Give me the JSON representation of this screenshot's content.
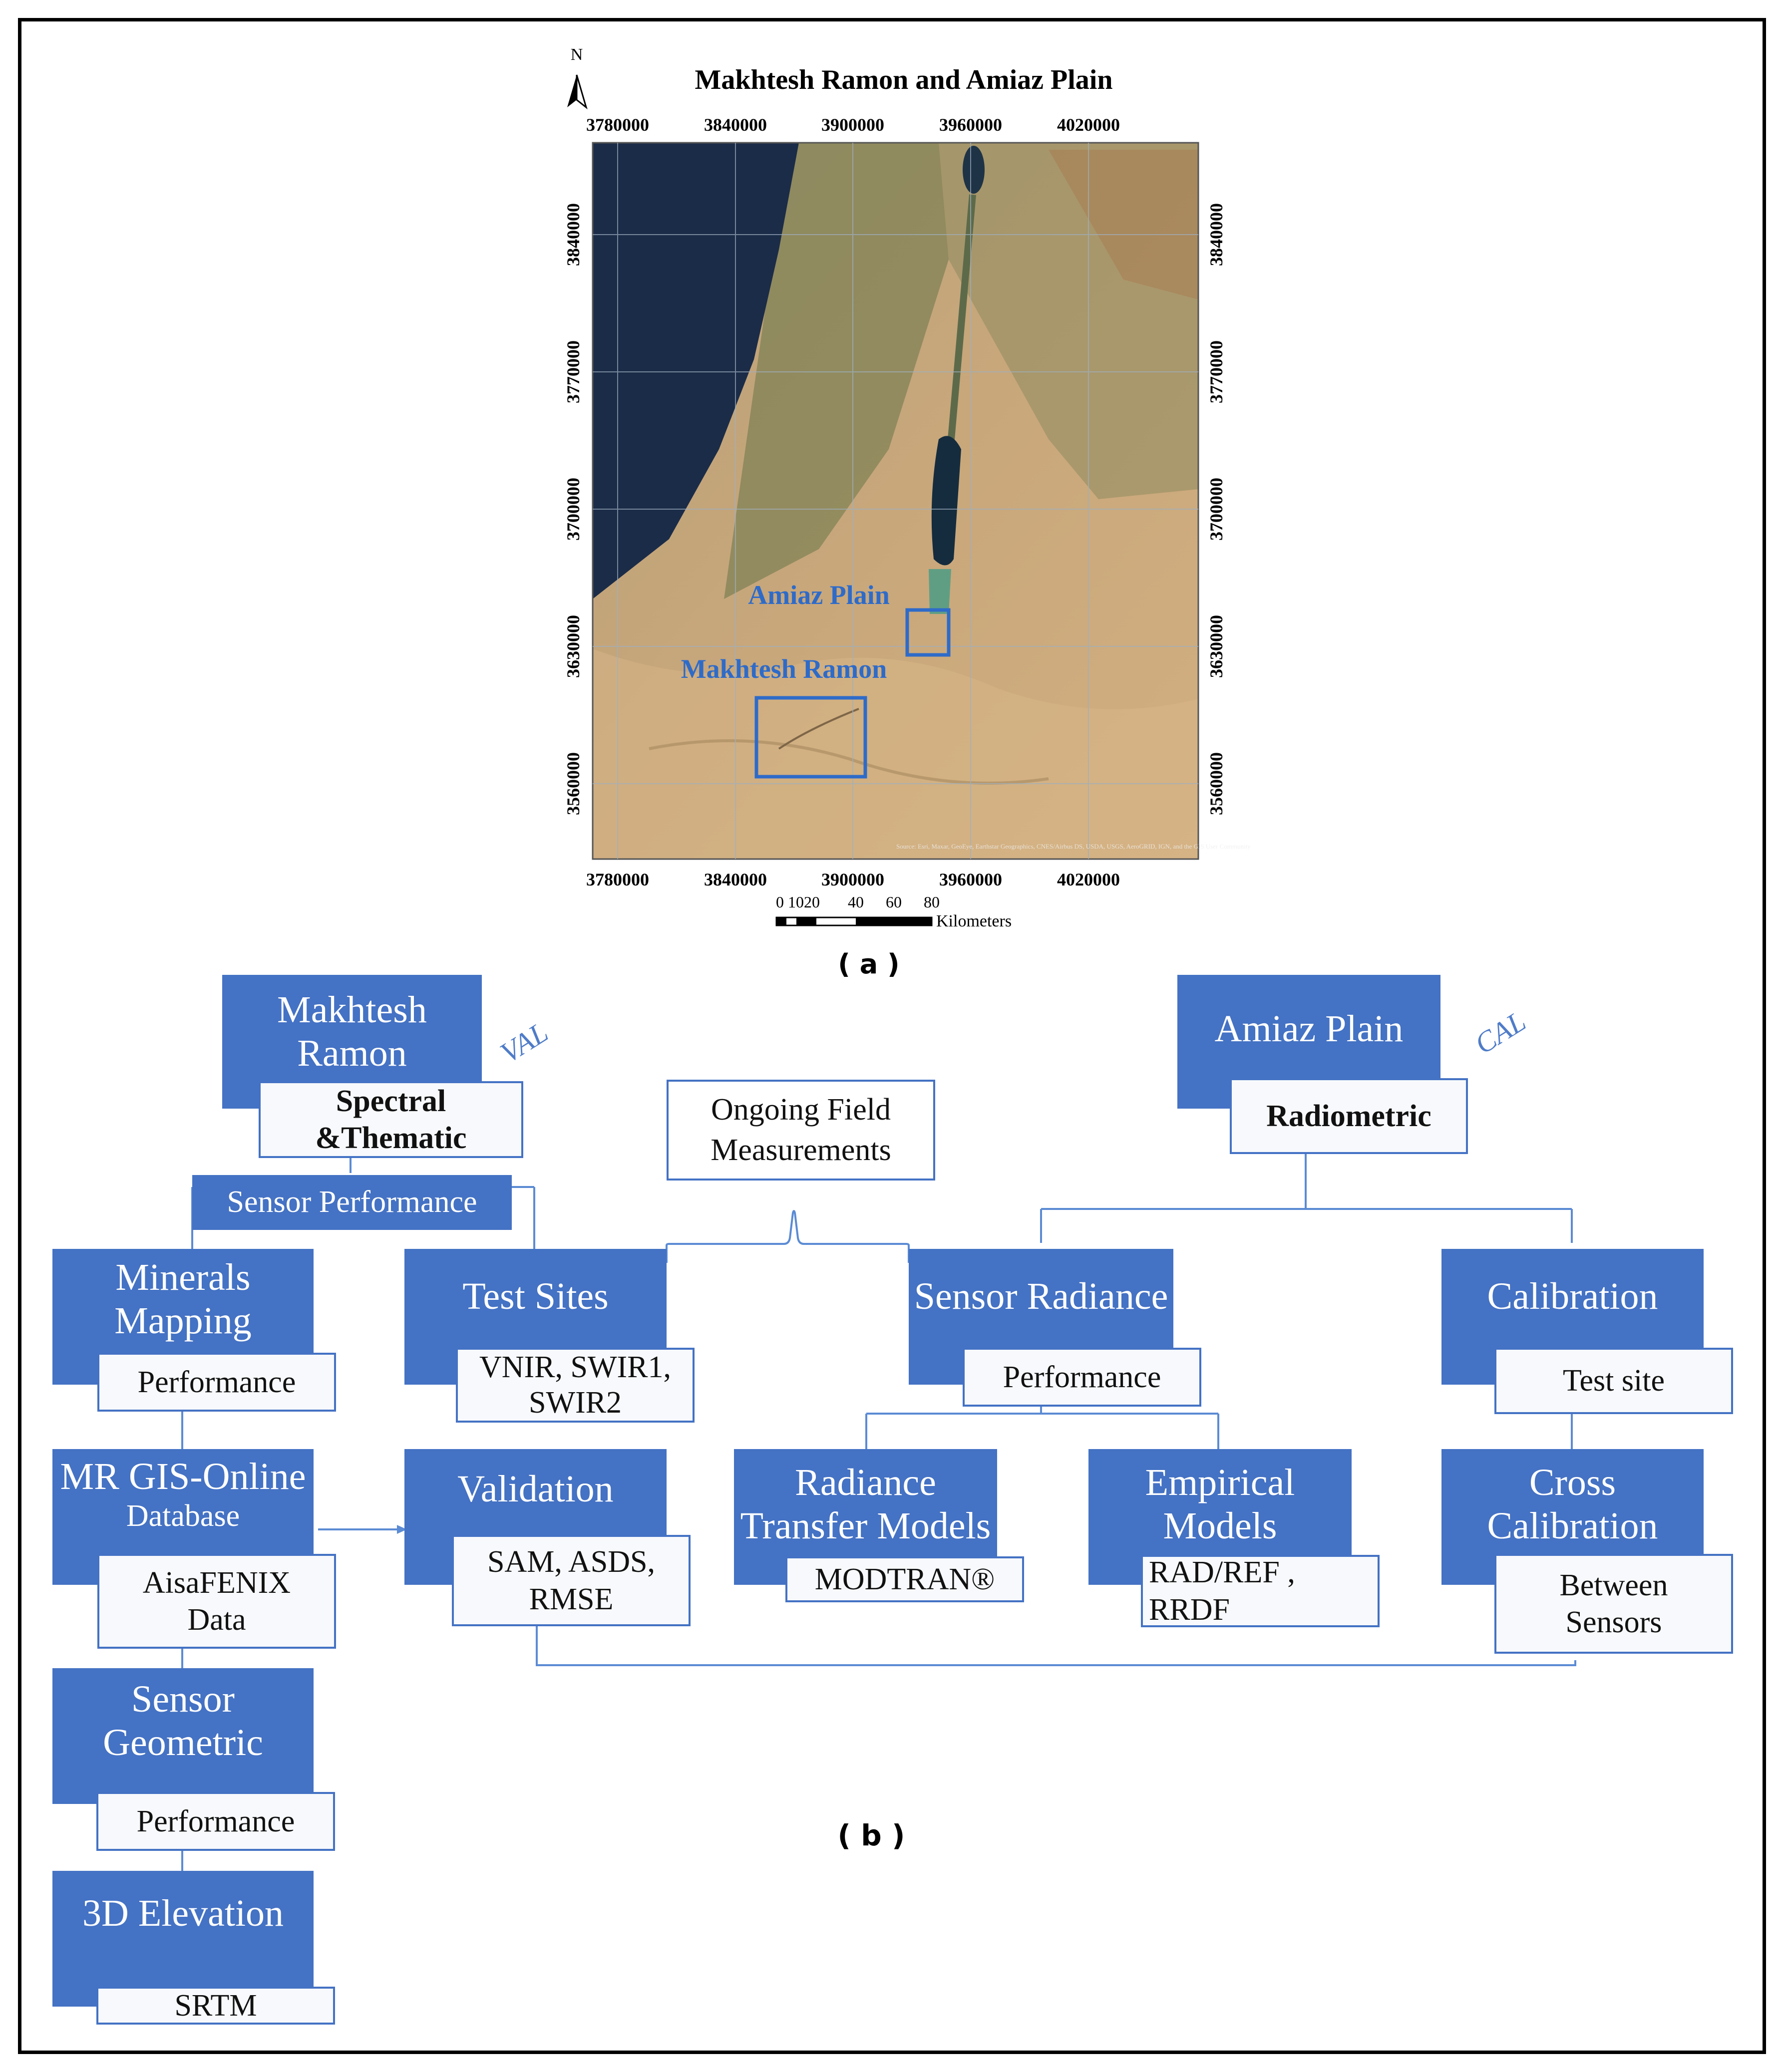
{
  "map": {
    "title": "Makhtesh Ramon and Amiaz Plain",
    "north": "N",
    "x_ticks": [
      "3780000",
      "3840000",
      "3900000",
      "3960000",
      "4020000"
    ],
    "y_ticks": [
      "3840000",
      "3770000",
      "3700000",
      "3630000",
      "3560000"
    ],
    "label_amiaz": "Amiaz Plain",
    "label_makhtesh": "Makhtesh Ramon",
    "attribution": "Source: Esri, Maxar, GeoEye, Earthstar Geographics, CNES/Airbus DS, USDA, USGS, AeroGRID, IGN, and the GIS User Community",
    "scale_ticks": [
      "0 1020",
      "40",
      "60",
      "80"
    ],
    "scale_unit": "Kilometers",
    "caption": "( a )"
  },
  "diagram": {
    "caption": "( b )",
    "val": "VAL",
    "cal": "CAL",
    "makhtesh": "Makhtesh\nRamon",
    "spectral": "Spectral\n&Thematic",
    "sensor_performance": "Sensor Performance",
    "ongoing": "Ongoing Field\nMeasurements",
    "amiaz": "Amiaz Plain",
    "radiometric": "Radiometric",
    "minerals": "Minerals\nMapping",
    "minerals_sub": "Performance",
    "test_sites": "Test Sites",
    "test_sites_sub": "VNIR, SWIR1,\nSWIR2",
    "sensor_radiance": "Sensor Radiance",
    "sensor_radiance_sub": "Performance",
    "calibration": "Calibration",
    "calibration_sub": "Test site",
    "mr_gis": "MR GIS-Online",
    "mr_gis_db": "Database",
    "mr_gis_sub": "AisaFENIX\nData",
    "validation": "Validation",
    "validation_sub": "SAM, ASDS,\nRMSE",
    "radiance_models": "Radiance\nTransfer Models",
    "radiance_models_sub": "MODTRAN®",
    "empirical": "Empirical\nModels",
    "empirical_sub": "RAD/REF ,\nRRDF",
    "cross_cal": "Cross\nCalibration",
    "cross_cal_sub": "Between\nSensors",
    "sensor_geo": "Sensor\nGeometric",
    "sensor_geo_sub": "Performance",
    "elevation": "3D Elevation",
    "elevation_sub": "SRTM"
  },
  "colors": {
    "box_blue": "#4472C4",
    "line_blue": "#5B8BD4",
    "sea": "#1B2C48",
    "desert": "#C9A77A"
  }
}
